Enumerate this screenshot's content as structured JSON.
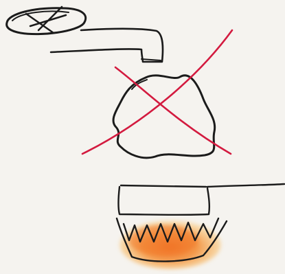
{
  "illustration": {
    "colors": {
      "background": "#f5f3ef",
      "ink": "#1b1b1b",
      "cross_out": "#d31a3f",
      "flame_core": "#f07a2a",
      "flame_glow": "#f9c06a"
    },
    "elements": [
      {
        "name": "faucet-icon",
        "description_icon": "tap with handle and spout"
      },
      {
        "name": "crossed-out-blob-icon",
        "description_icon": "irregular outlined shape with red X"
      },
      {
        "name": "pot-on-flame-icon",
        "description_icon": "pot with handle above a burner flame"
      }
    ]
  }
}
